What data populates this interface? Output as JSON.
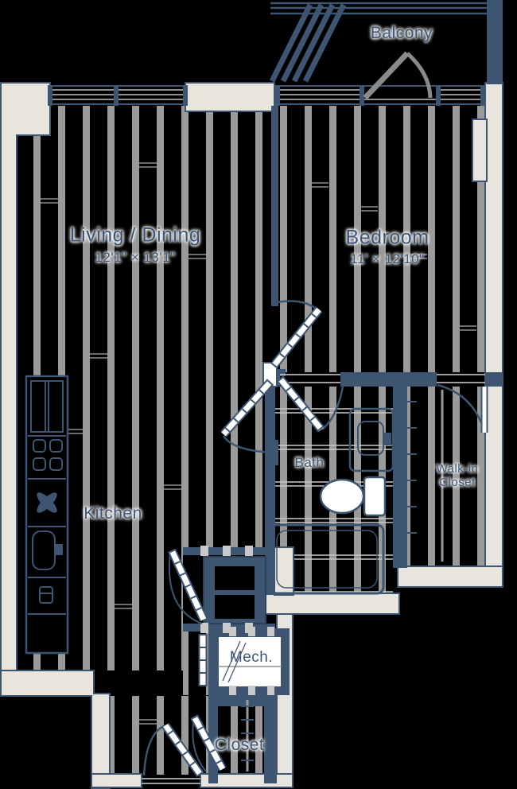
{
  "plan_title": "One-bedroom apartment floor plan",
  "rooms": {
    "balcony": {
      "label": "Balcony"
    },
    "living_dining": {
      "label": "Living / Dining",
      "dimensions": "12'1\" × 13'1\""
    },
    "bedroom": {
      "label": "Bedroom",
      "dimensions": "11' × 12'10\""
    },
    "kitchen": {
      "label": "Kitchen"
    },
    "bath": {
      "label": "Bath"
    },
    "walk_in_closet": {
      "label": "Walk-in\nCloset"
    },
    "mech": {
      "label": "Mech."
    },
    "closet": {
      "label": "Closet"
    }
  },
  "fixtures": {
    "kitchen": [
      "refrigerator",
      "cooktop",
      "vent-fan",
      "kitchen-sink",
      "dishwasher"
    ],
    "bath": [
      "vanity-sink",
      "toilet",
      "bathtub"
    ],
    "laundry": [
      "stacked-washer-dryer"
    ],
    "storage": [
      "closet-rod-walk-in",
      "closet-rod-entry"
    ]
  },
  "colors": {
    "background": "#000000",
    "wall_fill": "#e8e4de",
    "line": "#3d5571",
    "floor_stripe": "#9a9a9a",
    "label_text": "#3c5475",
    "door_swing_gray": "#8a8a8a",
    "threshold": "#cfcfcf"
  }
}
